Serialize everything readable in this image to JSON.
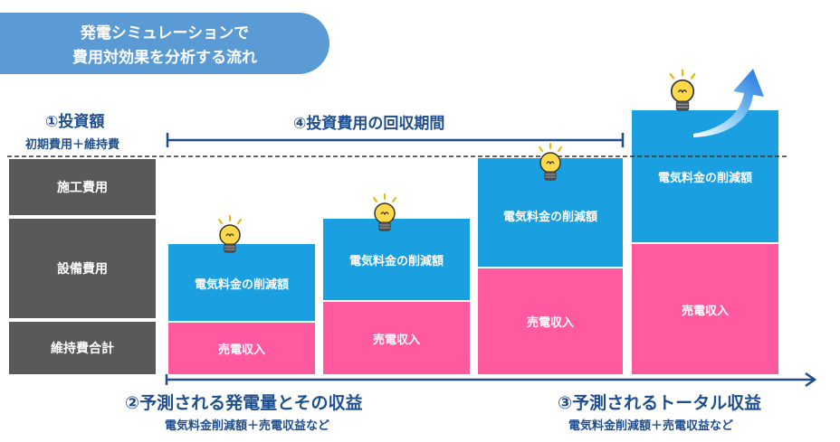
{
  "title": {
    "line1": "発電シミュレーションで",
    "line2": "費用対効果を分析する流れ"
  },
  "investment": {
    "label": "①投資額",
    "sublabel": "初期費用＋維持費",
    "items": [
      "施工費用",
      "設備費用",
      "維持費合計"
    ]
  },
  "payback_label": "④投資費用の回収期間",
  "bars": [
    {
      "saving_label": "電気料金の削減額",
      "sales_label": "売電収入"
    },
    {
      "saving_label": "電気料金の削減額",
      "sales_label": "売電収入"
    },
    {
      "saving_label": "電気料金の削減額",
      "sales_label": "売電収入"
    },
    {
      "saving_label": "電気料金の削減額",
      "sales_label": "売電収入"
    }
  ],
  "bottom_left": {
    "label": "②予測される発電量とその収益",
    "sub": "電気料金削減額＋売電収益など"
  },
  "bottom_right": {
    "label": "③予測されるトータル収益",
    "sub": "電気料金削減額＋売電収益など"
  },
  "colors": {
    "blue": "#1a9fe0",
    "pink": "#ff5aa0",
    "gray": "#595959",
    "navy": "#1f4e8c",
    "banner": "#5b9bd5"
  },
  "icons": [
    "lightbulb-icon",
    "upward-arrow-icon"
  ]
}
